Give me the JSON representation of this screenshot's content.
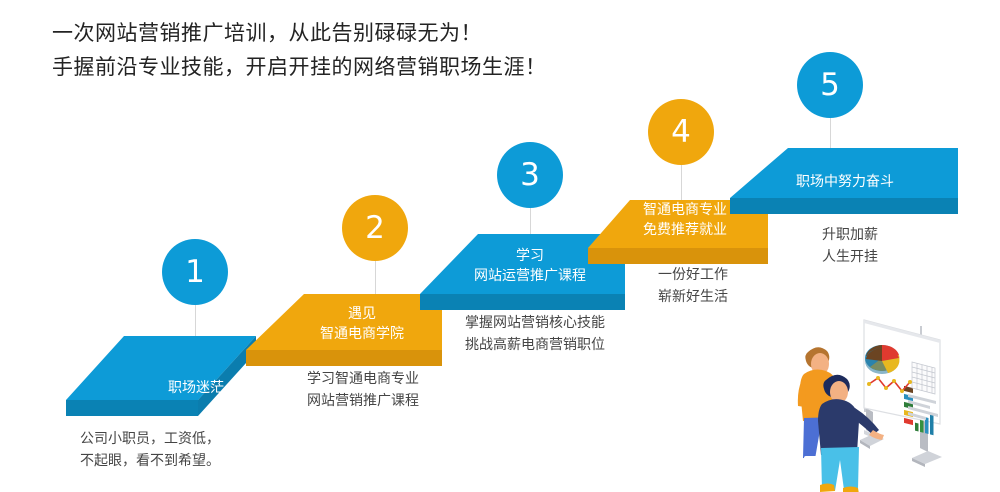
{
  "headline": {
    "line1": "一次网站营销推广培训，从此告别碌碌无为！",
    "line2": "手握前沿专业技能，开启开挂的网络营销职场生涯！"
  },
  "colors": {
    "blue": "#0d9bd7",
    "blue_dark": "#0b7dae",
    "blue_side": "#0a82b4",
    "orange": "#f0a70d",
    "orange_dark": "#cf8c0a",
    "orange_side": "#d9930b",
    "text": "#454545",
    "connector": "#d7d7d7",
    "background": "#ffffff"
  },
  "steps": [
    {
      "number": "1",
      "color": "blue",
      "slab_label_lines": [
        "职场迷茫"
      ],
      "caption_lines": [
        "公司小职员，工资低，",
        "不起眼，看不到希望。"
      ]
    },
    {
      "number": "2",
      "color": "orange",
      "slab_label_lines": [
        "遇见",
        "智通电商学院"
      ],
      "caption_lines": [
        "学习智通电商专业",
        "网站营销推广课程"
      ]
    },
    {
      "number": "3",
      "color": "blue",
      "slab_label_lines": [
        "学习",
        "网站运营推广课程"
      ],
      "caption_lines": [
        "掌握网站营销核心技能",
        "挑战高薪电商营销职位"
      ]
    },
    {
      "number": "4",
      "color": "orange",
      "slab_label_lines": [
        "智通电商专业",
        "免费推荐就业"
      ],
      "caption_lines": [
        "一份好工作",
        "崭新好生活"
      ]
    },
    {
      "number": "5",
      "color": "blue",
      "slab_label_lines": [
        "职场中努力奋斗"
      ],
      "caption_lines": [
        "升职加薪",
        "人生开挂"
      ]
    }
  ],
  "illustration": {
    "name": "two-people-viewing-charts-board",
    "elements": [
      "pie-chart",
      "line-chart",
      "bar-chart",
      "grid-table",
      "text-lines",
      "person-orange",
      "person-navy",
      "presentation-board"
    ]
  }
}
